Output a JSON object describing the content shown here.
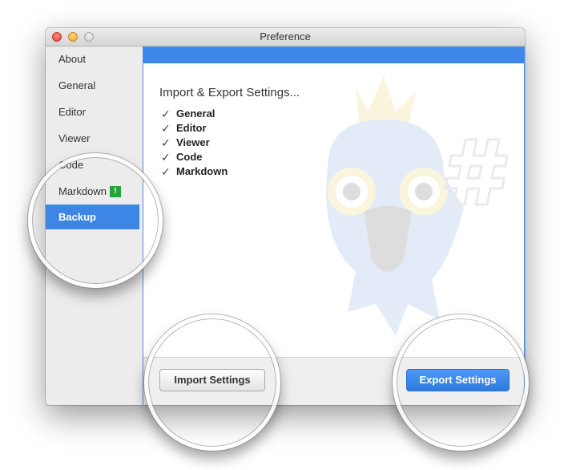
{
  "window": {
    "title": "Preference"
  },
  "sidebar": {
    "items": [
      {
        "label": "About"
      },
      {
        "label": "General"
      },
      {
        "label": "Editor"
      },
      {
        "label": "Viewer"
      },
      {
        "label": "Code"
      },
      {
        "label": "Markdown",
        "badge": "!"
      },
      {
        "label": "Backup",
        "selected": true
      }
    ]
  },
  "backup": {
    "heading": "Import & Export Settings...",
    "options": [
      {
        "label": "General",
        "checked": true
      },
      {
        "label": "Editor",
        "checked": true
      },
      {
        "label": "Viewer",
        "checked": true
      },
      {
        "label": "Code",
        "checked": true
      },
      {
        "label": "Markdown",
        "checked": true
      }
    ],
    "import_label": "Import Settings",
    "export_label": "Export Settings"
  },
  "colors": {
    "accent": "#3d86e6",
    "badge": "#25a43a",
    "export_button": "#3182e6"
  },
  "icons": {
    "check": "✓",
    "badge": "!"
  }
}
